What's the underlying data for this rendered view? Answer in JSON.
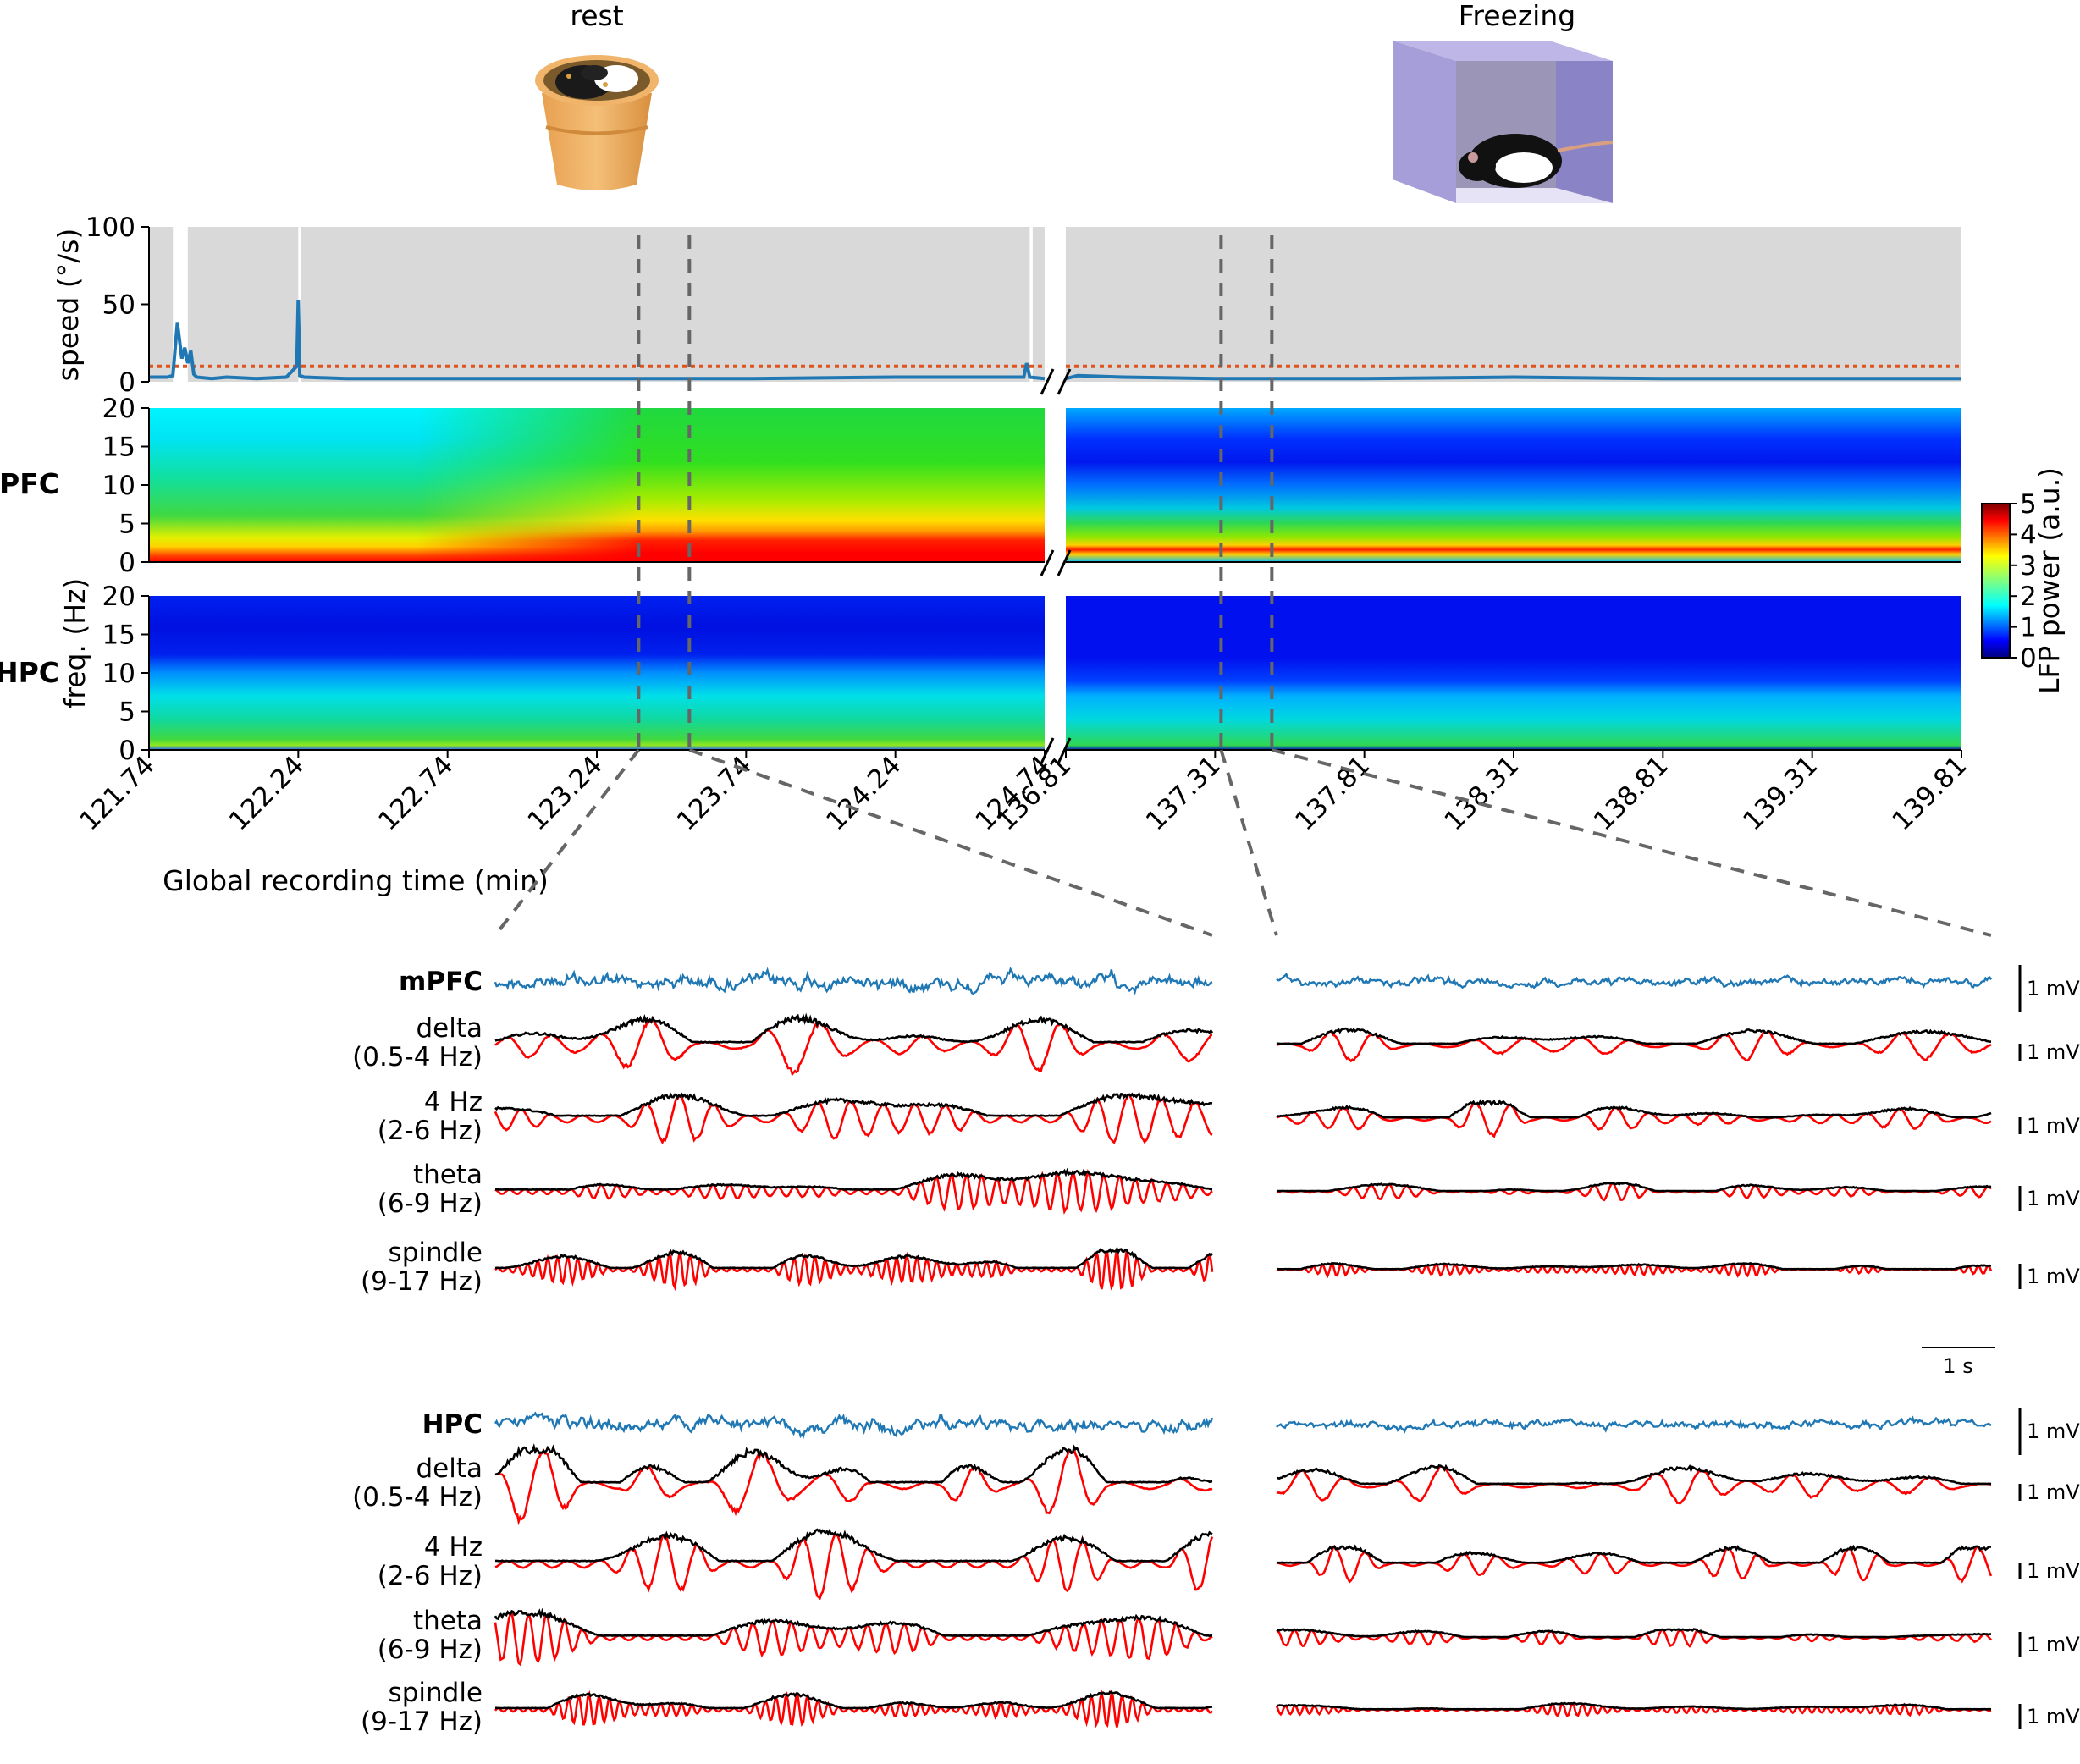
{
  "scene": {
    "rest_label": "rest",
    "freezing_label": "Freezing",
    "rest_icon": "rat-in-flowerpot-icon",
    "freezing_icon": "rat-in-freezing-box-icon"
  },
  "chart_data": [
    {
      "type": "line",
      "panel": "speed",
      "ylabel": "speed (°/s)",
      "ylim": [
        0,
        100
      ],
      "yticks": [
        "0",
        "50",
        "100"
      ],
      "threshold": 10,
      "threshold_color": "#e0531c",
      "line_color": "#1f77b4",
      "shading_color": "#d9d9d9",
      "segments": [
        {
          "xlim": [
            121.74,
            124.74
          ],
          "shaded_intervals": [
            [
              121.74,
              121.82
            ],
            [
              121.87,
              122.24
            ],
            [
              122.25,
              124.69
            ],
            [
              124.7,
              124.74
            ]
          ]
        },
        {
          "xlim": [
            136.81,
            139.81
          ],
          "shaded_intervals": [
            [
              136.81,
              139.81
            ]
          ]
        }
      ],
      "series": [
        {
          "segment": 0,
          "x": [
            121.74,
            121.8,
            121.82,
            121.835,
            121.85,
            121.86,
            121.87,
            121.88,
            121.89,
            121.9,
            121.95,
            122.0,
            122.1,
            122.2,
            122.235,
            122.24,
            122.245,
            122.26,
            122.4,
            122.8,
            123.24,
            123.74,
            124.24,
            124.6,
            124.67,
            124.68,
            124.69,
            124.74
          ],
          "y": [
            3,
            3,
            4,
            38,
            15,
            22,
            12,
            20,
            5,
            3,
            2,
            3,
            2,
            3,
            10,
            53,
            4,
            3,
            2,
            2,
            2,
            2,
            3,
            3,
            3,
            12,
            3,
            2
          ]
        },
        {
          "segment": 1,
          "x": [
            136.81,
            136.85,
            137.0,
            137.31,
            137.81,
            138.31,
            138.81,
            139.31,
            139.81
          ],
          "y": [
            2,
            4,
            3,
            2,
            2,
            3,
            2,
            2,
            2
          ]
        }
      ]
    },
    {
      "type": "heatmap",
      "panel": "PFC",
      "region_label": "PFC",
      "ylabel": "freq. (Hz)",
      "ylim": [
        0,
        20
      ],
      "yticks": [
        "0",
        "5",
        "10",
        "15",
        "20"
      ],
      "description_of_power": "rest: broadband, strongest 1-4 Hz rising over time; freezing: low power with narrow ~2 Hz band"
    },
    {
      "type": "heatmap",
      "panel": "HPC",
      "region_label": "HPC",
      "ylabel": "freq. (Hz)",
      "ylim": [
        0,
        20
      ],
      "yticks": [
        "0",
        "5",
        "10",
        "15",
        "20"
      ]
    },
    {
      "type": "colorbar",
      "label": "LFP power (a.u.)",
      "range": [
        0,
        5
      ],
      "ticks": [
        "0",
        "1",
        "2",
        "3",
        "4",
        "5"
      ],
      "colormap": "jet"
    }
  ],
  "xaxis": {
    "label": "Global recording time (min)",
    "ticks_rest": [
      "121.74",
      "122.24",
      "122.74",
      "123.24",
      "123.74",
      "124.24",
      "124.74"
    ],
    "ticks_freeze": [
      "136.81",
      "137.31",
      "137.81",
      "138.31",
      "138.81",
      "139.31",
      "139.81"
    ],
    "zoom_windows": [
      [
        123.38,
        123.55
      ],
      [
        137.33,
        137.5
      ]
    ]
  },
  "traces": {
    "raw_color": "#1f77b4",
    "filtered_color": "#ff0000",
    "envelope_color": "#000000",
    "scale_label": "1 mV",
    "time_scale_label": "1 s",
    "groups": [
      {
        "region": "mPFC",
        "rows": [
          {
            "label1": "mPFC",
            "label2": "",
            "kind": "raw"
          },
          {
            "label1": "delta",
            "label2": "(0.5-4 Hz)",
            "kind": "band"
          },
          {
            "label1": "4 Hz",
            "label2": "(2-6 Hz)",
            "kind": "band"
          },
          {
            "label1": "theta",
            "label2": "(6-9 Hz)",
            "kind": "band"
          },
          {
            "label1": "spindle",
            "label2": "(9-17 Hz)",
            "kind": "band"
          }
        ]
      },
      {
        "region": "HPC",
        "rows": [
          {
            "label1": "HPC",
            "label2": "",
            "kind": "raw"
          },
          {
            "label1": "delta",
            "label2": "(0.5-4 Hz)",
            "kind": "band"
          },
          {
            "label1": "4 Hz",
            "label2": "(2-6 Hz)",
            "kind": "band"
          },
          {
            "label1": "theta",
            "label2": "(6-9 Hz)",
            "kind": "band"
          },
          {
            "label1": "spindle",
            "label2": "(9-17 Hz)",
            "kind": "band"
          }
        ]
      }
    ]
  }
}
